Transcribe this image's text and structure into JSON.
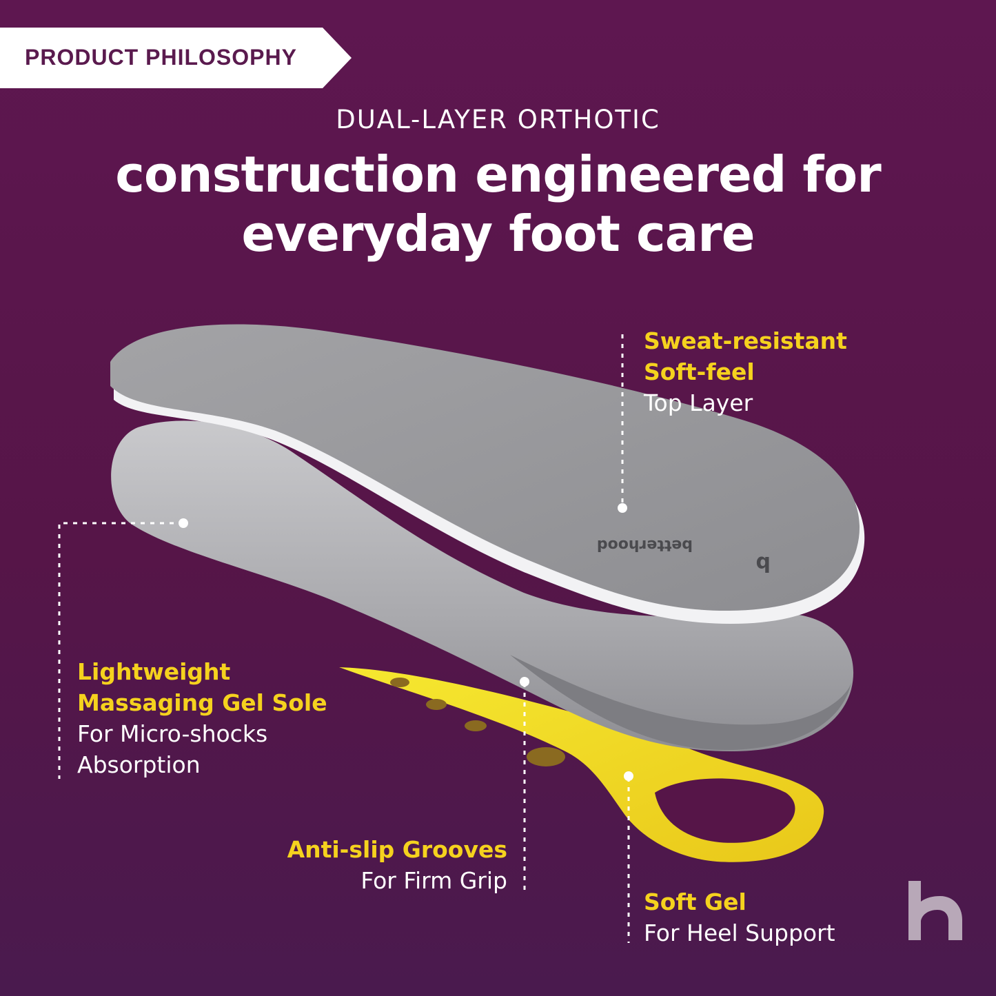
{
  "tag": {
    "label": "PRODUCT PHILOSOPHY"
  },
  "header": {
    "subtitle": "DUAL-LAYER ORTHOTIC",
    "headline_line1": "construction engineered for",
    "headline_line2": "everyday foot care"
  },
  "product": {
    "brand_print": "betterhood"
  },
  "callouts": {
    "top_layer": {
      "highlight1": "Sweat-resistant",
      "highlight2": "Soft-feel",
      "normal": "Top Layer"
    },
    "gel_sole": {
      "highlight1": "Lightweight",
      "highlight2": "Massaging Gel Sole",
      "normal1": "For Micro-shocks",
      "normal2": "Absorption"
    },
    "grooves": {
      "highlight": "Anti-slip Grooves",
      "normal": "For Firm Grip"
    },
    "heel": {
      "highlight": "Soft Gel",
      "normal": "For Heel Support"
    }
  },
  "colors": {
    "background": "#5e1750",
    "highlight": "#f5d21e",
    "text": "#ffffff",
    "insole_top": "#9a9a9e",
    "gel_layer": "#f2e41e"
  },
  "logo": {
    "icon": "b-logo-icon"
  }
}
